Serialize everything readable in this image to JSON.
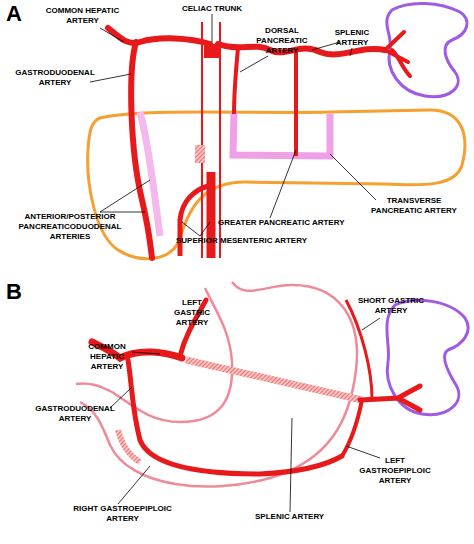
{
  "diagram": {
    "labels": [
      "A",
      "COMMON HEPATIC ARTERY",
      "CELIAC TRUNK",
      "DORSAL PANCREATIC ARTERY",
      "SPLENIC ARTERY",
      "GASTRODUODENAL ARTERY",
      "ANTERIOR/POSTERIOR PANCREATICODUODENAL ARTERIES",
      "GREATER PANCREATIC ARTERY",
      "TRANSVERSE PANCREATIC ARTERY",
      "SUPERIOR MESENTERIC ARTERY",
      "B",
      "LEFT GASTRIC ARTERY",
      "COMMON HEPATIC ARTERY",
      "GASTRODUODENAL ARTERY",
      "SHORT GASTRIC ARTERY",
      "LEFT GASTROEPIPLOIC ARTERY",
      "RIGHT GASTROEPIPLOIC ARTERY",
      "SPLENIC ARTERY"
    ]
  }
}
